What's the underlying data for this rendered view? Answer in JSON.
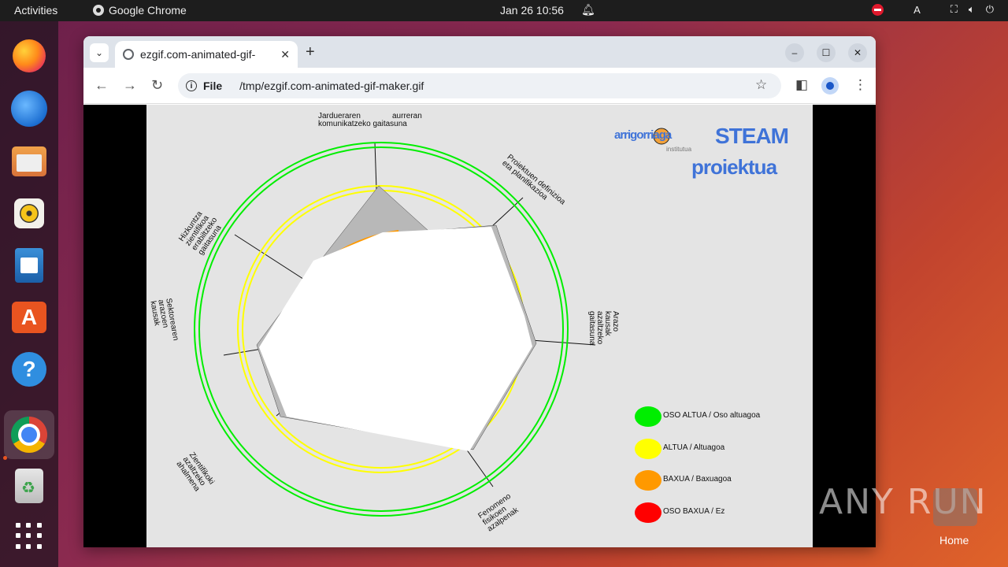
{
  "topbar": {
    "activities": "Activities",
    "app_name": "Google Chrome",
    "clock": "Jan 26  10:56",
    "lang": "A"
  },
  "browser": {
    "tab_title": "ezgif.com-animated-gif-",
    "new_tab": "+",
    "url_scheme": "File",
    "url_path": "/tmp/ezgif.com-animated-gif-maker.gif"
  },
  "gif": {
    "axis_labels": {
      "top": "Jardueraren\nkomunikatzeko gaitasuna",
      "top_right": "aurreran",
      "upper_right": "Proiektuen definizioa\neta planifikazioa",
      "right": "Arazo\nkausak\nazaltzeko\ngaitasuna",
      "lower_right": "Fenomeno\nfisikoen\nazalpenak",
      "lower_left": "Zientifikoki\nazaltzeko\nahalmena",
      "left": "Sektorearen\narazoen\nkausak",
      "upper_left": "Hizkuntza\nzientifikoa\nerabiltzeko\ngaitasuna"
    },
    "brand": {
      "org": "arrigorriaga",
      "org_sub": "institutua",
      "title1": "STEAM",
      "title2": "proiektua"
    },
    "legend": [
      {
        "label": "OSO ALTUA / Oso altuagoa",
        "color": "#00ee00"
      },
      {
        "label": "ALTUA / Altuagoa",
        "color": "#ffff00"
      },
      {
        "label": "BAXUA / Baxuagoa",
        "color": "#ff9900"
      },
      {
        "label": "OSO BAXUA / Ez",
        "color": "#ff0000"
      }
    ]
  },
  "watermark": {
    "text": "ANY RUN",
    "home_label": "Home"
  }
}
